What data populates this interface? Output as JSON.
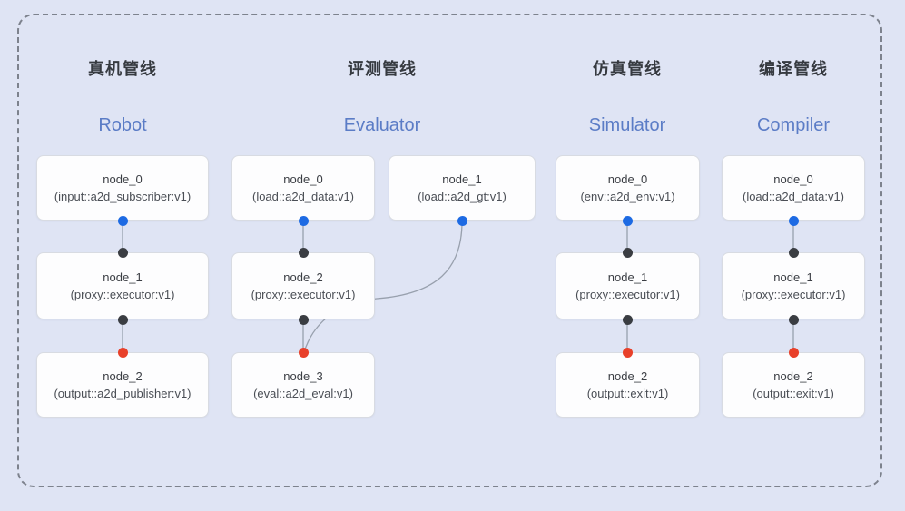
{
  "colors": {
    "background": "#dfe4f4",
    "frame_dash": "#7d828d",
    "node_bg": "#fdfdfe",
    "node_border": "#d8dbe2",
    "title_zh": "#363a40",
    "title_en": "#5b7cc6",
    "edge": "#98a0ad",
    "port_input": "#1d6ae3",
    "port_mid": "#3a3d42",
    "port_output": "#e8402a"
  },
  "pipelines": [
    {
      "title_zh": "真机管线",
      "title_en": "Robot",
      "nodes": [
        {
          "name": "node_0",
          "type": "(input::a2d_subscriber:v1)"
        },
        {
          "name": "node_1",
          "type": "(proxy::executor:v1)"
        },
        {
          "name": "node_2",
          "type": "(output::a2d_publisher:v1)"
        }
      ]
    },
    {
      "title_zh": "评测管线",
      "title_en": "Evaluator",
      "nodes": [
        {
          "name": "node_0",
          "type": "(load::a2d_data:v1)"
        },
        {
          "name": "node_1",
          "type": "(load::a2d_gt:v1)"
        },
        {
          "name": "node_2",
          "type": "(proxy::executor:v1)"
        },
        {
          "name": "node_3",
          "type": "(eval::a2d_eval:v1)"
        }
      ]
    },
    {
      "title_zh": "仿真管线",
      "title_en": "Simulator",
      "nodes": [
        {
          "name": "node_0",
          "type": "(env::a2d_env:v1)"
        },
        {
          "name": "node_1",
          "type": "(proxy::executor:v1)"
        },
        {
          "name": "node_2",
          "type": "(output::exit:v1)"
        }
      ]
    },
    {
      "title_zh": "编译管线",
      "title_en": "Compiler",
      "nodes": [
        {
          "name": "node_0",
          "type": "(load::a2d_data:v1)"
        },
        {
          "name": "node_1",
          "type": "(proxy::executor:v1)"
        },
        {
          "name": "node_2",
          "type": "(output::exit:v1)"
        }
      ]
    }
  ]
}
